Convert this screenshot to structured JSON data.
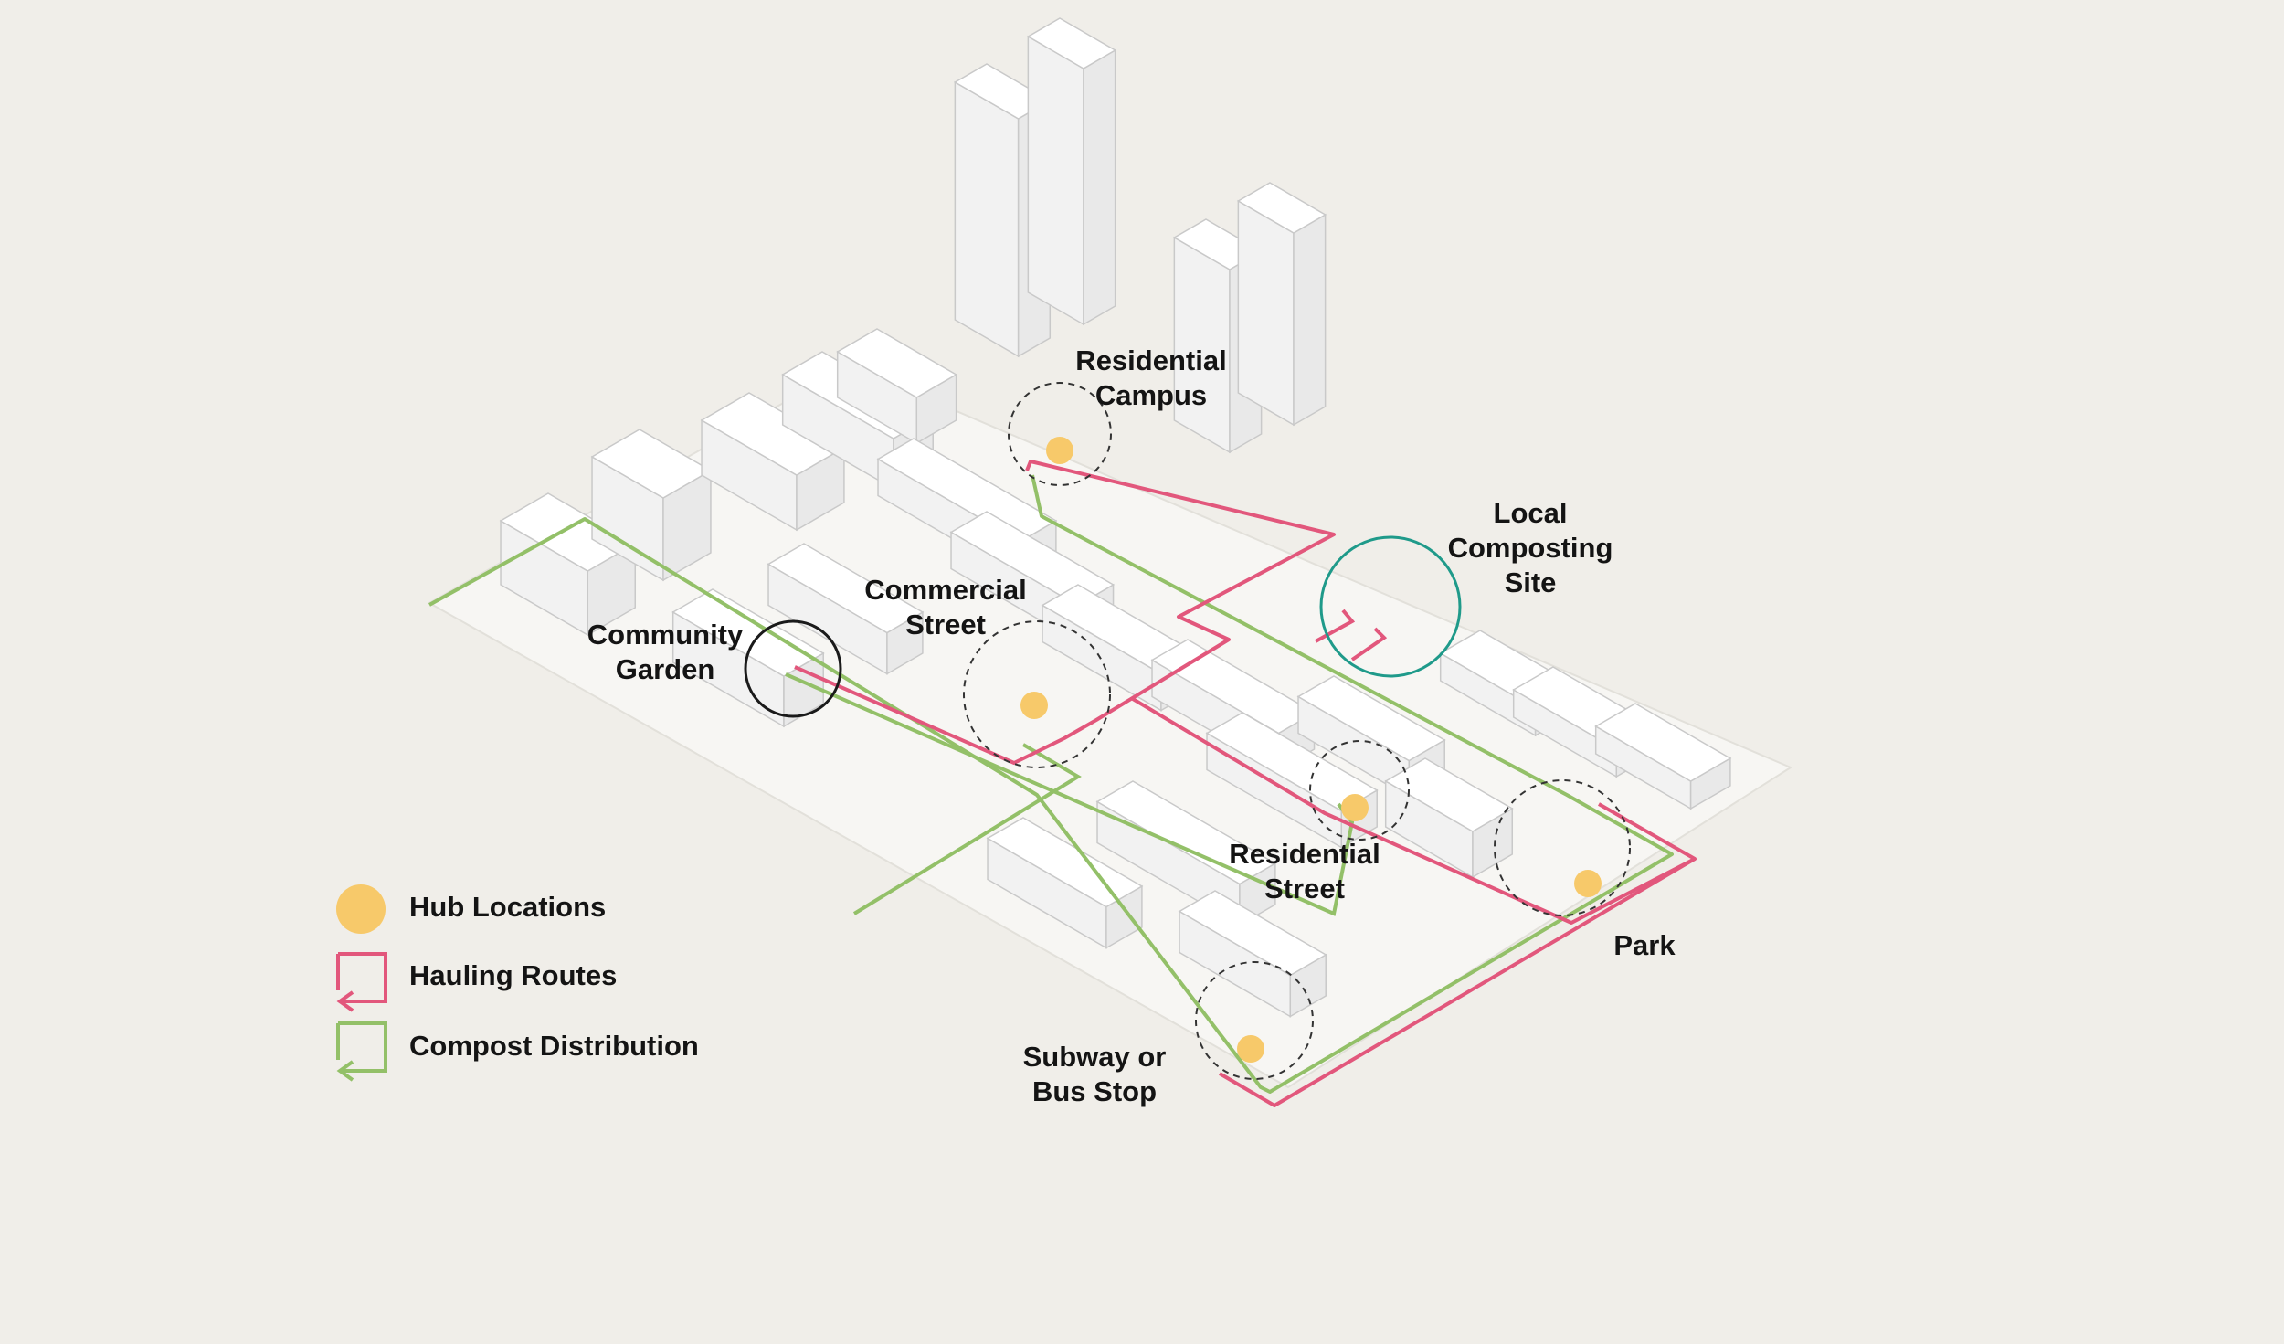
{
  "colors": {
    "background": "#f0eee9",
    "hub": "#f7c96a",
    "hauling": "#e2577c",
    "compost": "#93c068",
    "compost_site_ring": "#1f9a8a",
    "garden_ring": "#1a1a1a",
    "building_face": "#ffffff",
    "building_edge": "#c9c9c9"
  },
  "labels": {
    "residential_campus": [
      "Residential",
      "Campus"
    ],
    "local_composting_site": [
      "Local",
      "Composting",
      "Site"
    ],
    "commercial_street": [
      "Commercial",
      "Street"
    ],
    "community_garden": [
      "Community",
      "Garden"
    ],
    "residential_street": [
      "Residential",
      "Street"
    ],
    "park": [
      "Park"
    ],
    "subway_bus_stop": [
      "Subway or",
      "Bus Stop"
    ]
  },
  "legend": {
    "hub": {
      "label": "Hub Locations",
      "icon": "filled-circle"
    },
    "hauling": {
      "label": "Hauling Routes",
      "icon": "route-arrow"
    },
    "compost": {
      "label": "Compost Distribution",
      "icon": "route-arrow"
    }
  }
}
